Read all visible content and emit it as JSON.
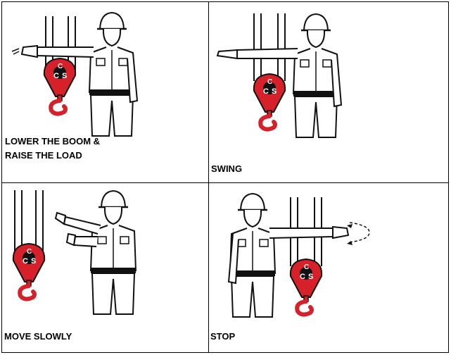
{
  "signals": [
    {
      "label": "LOWER THE BOOM &\nRAISE THE LOAD"
    },
    {
      "label": "SWING"
    },
    {
      "label": "MOVE SLOWLY"
    },
    {
      "label": "STOP"
    }
  ],
  "logo": {
    "text": "CCS",
    "color": "#d6202a"
  }
}
